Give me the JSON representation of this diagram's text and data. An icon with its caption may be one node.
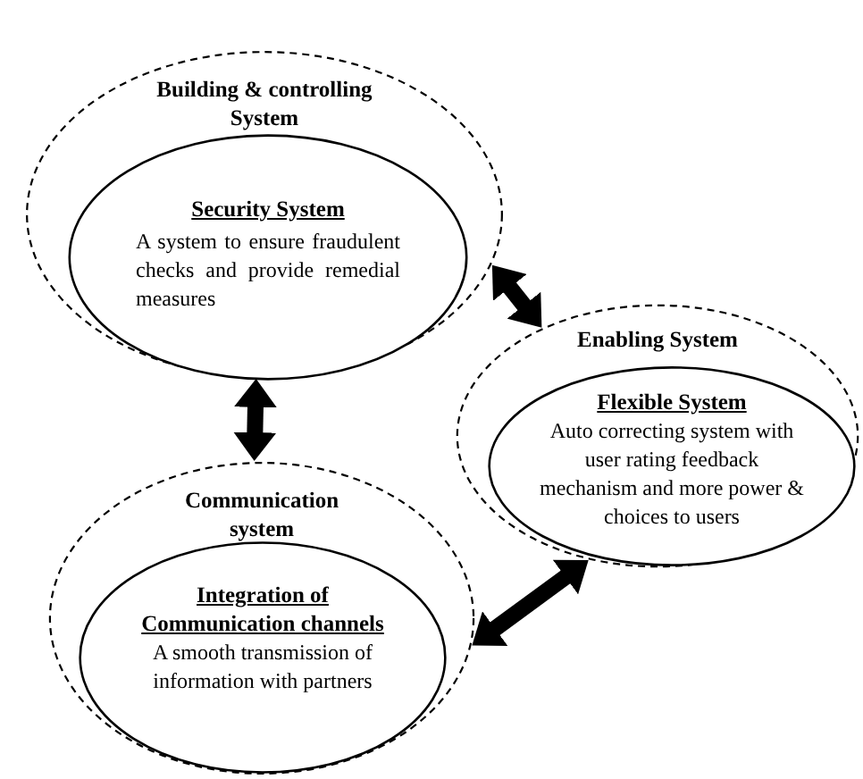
{
  "diagram": {
    "nodes": [
      {
        "text": [
          "Building & controlling System"
        ]
      },
      {
        "text": [
          "Security System",
          "A system to ensure fraudulent checks and provide remedial measures"
        ],
        "in": 0
      },
      {
        "text": [
          "Enabling System"
        ]
      },
      {
        "text": [
          "Flexible System",
          "Auto correcting system with user rating feedback mechanism and more power & choices to users"
        ],
        "in": 2
      },
      {
        "text": [
          "Communication system"
        ]
      },
      {
        "text": [
          "Integration of Communication channels",
          "A smooth transmission of information with partners"
        ],
        "in": 4
      }
    ],
    "edges": [
      {
        "from": 0,
        "to": 4,
        "arrow": "both"
      },
      {
        "from": 0,
        "to": 2,
        "arrow": "both"
      },
      {
        "from": 4,
        "to": 2,
        "arrow": "both"
      }
    ]
  }
}
